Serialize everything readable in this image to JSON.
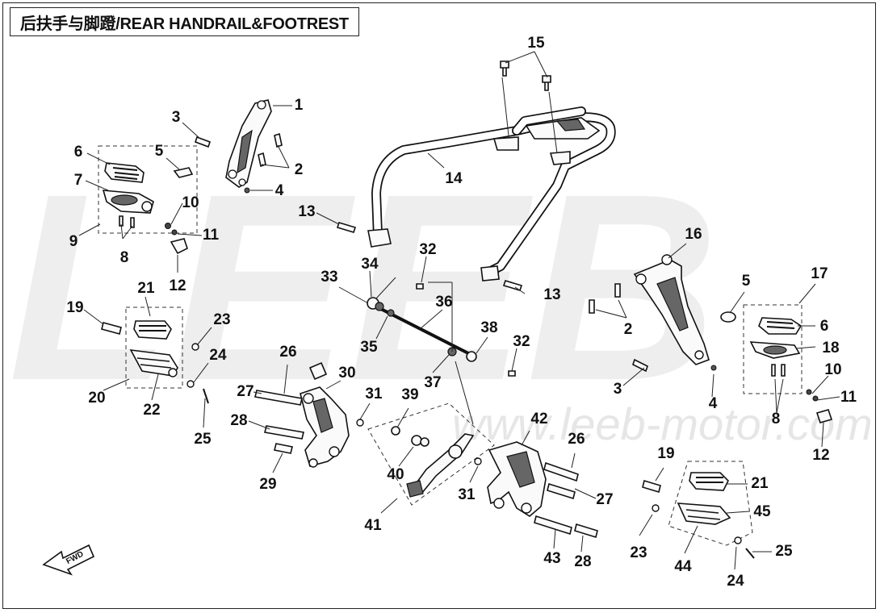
{
  "title": "后扶手与脚蹬/REAR HANDRAIL&FOOTREST",
  "watermark": {
    "logo": "LEEB",
    "url": "www.leeb-motor.com"
  },
  "direction_badge": "FWD",
  "callouts": [
    {
      "id": "c1",
      "text": "1"
    },
    {
      "id": "c2a",
      "text": "2"
    },
    {
      "id": "c3a",
      "text": "3"
    },
    {
      "id": "c4a",
      "text": "4"
    },
    {
      "id": "c5a",
      "text": "5"
    },
    {
      "id": "c6a",
      "text": "6"
    },
    {
      "id": "c7",
      "text": "7"
    },
    {
      "id": "c8a",
      "text": "8"
    },
    {
      "id": "c9",
      "text": "9"
    },
    {
      "id": "c10a",
      "text": "10"
    },
    {
      "id": "c11a",
      "text": "11"
    },
    {
      "id": "c12a",
      "text": "12"
    },
    {
      "id": "c13a",
      "text": "13"
    },
    {
      "id": "c14",
      "text": "14"
    },
    {
      "id": "c15",
      "text": "15"
    },
    {
      "id": "c16",
      "text": "16"
    },
    {
      "id": "c13b",
      "text": "13"
    },
    {
      "id": "c17",
      "text": "17"
    },
    {
      "id": "c5b",
      "text": "5"
    },
    {
      "id": "c6b",
      "text": "6"
    },
    {
      "id": "c18",
      "text": "18"
    },
    {
      "id": "c2b",
      "text": "2"
    },
    {
      "id": "c3b",
      "text": "3"
    },
    {
      "id": "c4b",
      "text": "4"
    },
    {
      "id": "c10b",
      "text": "10"
    },
    {
      "id": "c11b",
      "text": "11"
    },
    {
      "id": "c8b",
      "text": "8"
    },
    {
      "id": "c12b",
      "text": "12"
    },
    {
      "id": "c32a",
      "text": "32"
    },
    {
      "id": "c34",
      "text": "34"
    },
    {
      "id": "c33",
      "text": "33"
    },
    {
      "id": "c36",
      "text": "36"
    },
    {
      "id": "c35",
      "text": "35"
    },
    {
      "id": "c38",
      "text": "38"
    },
    {
      "id": "c32b",
      "text": "32"
    },
    {
      "id": "c37",
      "text": "37"
    },
    {
      "id": "c21a",
      "text": "21"
    },
    {
      "id": "c19a",
      "text": "19"
    },
    {
      "id": "c23a",
      "text": "23"
    },
    {
      "id": "c24a",
      "text": "24"
    },
    {
      "id": "c20",
      "text": "20"
    },
    {
      "id": "c22",
      "text": "22"
    },
    {
      "id": "c25a",
      "text": "25"
    },
    {
      "id": "c26a",
      "text": "26"
    },
    {
      "id": "c30",
      "text": "30"
    },
    {
      "id": "c27a",
      "text": "27"
    },
    {
      "id": "c31a",
      "text": "31"
    },
    {
      "id": "c28a",
      "text": "28"
    },
    {
      "id": "c29",
      "text": "29"
    },
    {
      "id": "c39",
      "text": "39"
    },
    {
      "id": "c42",
      "text": "42"
    },
    {
      "id": "c40",
      "text": "40"
    },
    {
      "id": "c41",
      "text": "41"
    },
    {
      "id": "c31b",
      "text": "31"
    },
    {
      "id": "c26b",
      "text": "26"
    },
    {
      "id": "c27b",
      "text": "27"
    },
    {
      "id": "c43",
      "text": "43"
    },
    {
      "id": "c28b",
      "text": "28"
    },
    {
      "id": "c19b",
      "text": "19"
    },
    {
      "id": "c21b",
      "text": "21"
    },
    {
      "id": "c45",
      "text": "45"
    },
    {
      "id": "c23b",
      "text": "23"
    },
    {
      "id": "c25b",
      "text": "25"
    },
    {
      "id": "c44",
      "text": "44"
    },
    {
      "id": "c24b",
      "text": "24"
    }
  ]
}
